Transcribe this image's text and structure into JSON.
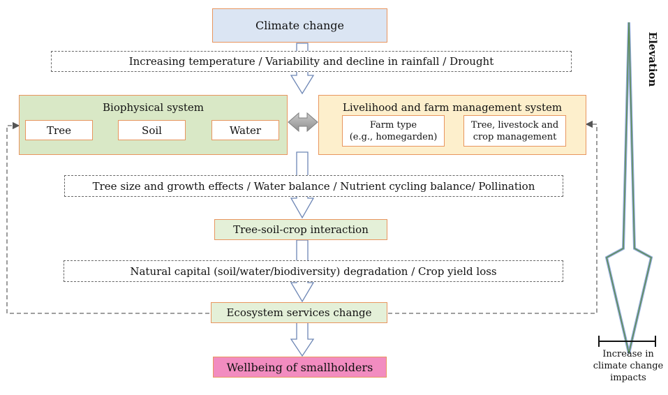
{
  "nodes": {
    "climate_change": "Climate change",
    "drivers": "Increasing temperature / Variability and decline in rainfall / Drought",
    "biophysical": {
      "title": "Biophysical system",
      "tree": "Tree",
      "soil": "Soil",
      "water": "Water"
    },
    "livelihood": {
      "title": "Livelihood and farm management system",
      "farm_type_line1": "Farm type",
      "farm_type_line2": "(e.g., homegarden)",
      "mgmt_line1": "Tree, livestock  and",
      "mgmt_line2": "crop management"
    },
    "effects": "Tree size and growth effects / Water balance / Nutrient cycling balance/ Pollination",
    "interaction": "Tree-soil-crop interaction",
    "degradation": "Natural capital (soil/water/biodiversity) degradation / Crop yield loss",
    "ecosystem": "Ecosystem services change",
    "wellbeing": "Wellbeing of smallholders"
  },
  "elevation": {
    "label": "Elevation",
    "impact_line1": "Increase in",
    "impact_line2": "climate change",
    "impact_line3": "impacts"
  },
  "colors": {
    "climate_fill": "#dbe5f3",
    "biophysical_fill": "#d9e8c6",
    "livelihood_fill": "#fdefcc",
    "interaction_fill": "#e4f0d8",
    "wellbeing_fill": "#f28cc0",
    "border_orange": "#e8955e"
  }
}
